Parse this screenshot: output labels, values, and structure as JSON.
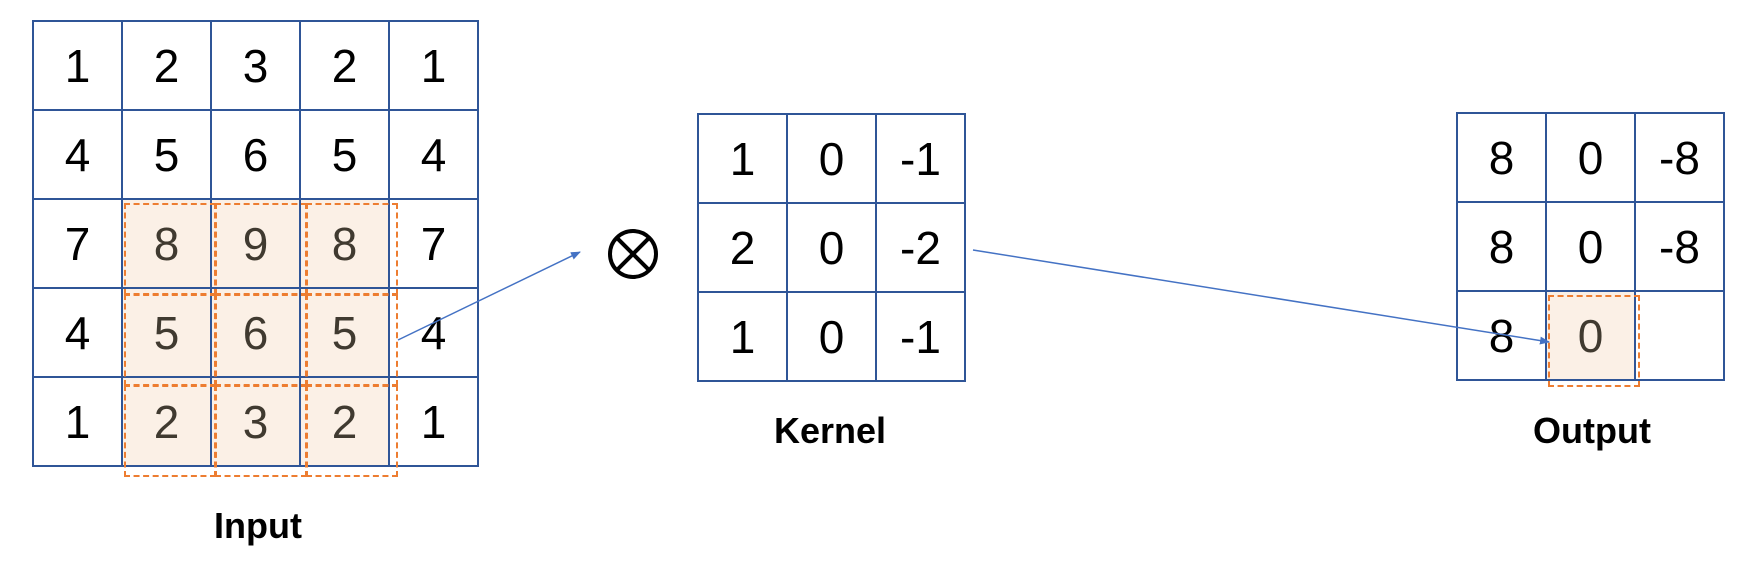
{
  "input": {
    "label": "Input",
    "rows": [
      [
        "1",
        "2",
        "3",
        "2",
        "1"
      ],
      [
        "4",
        "5",
        "6",
        "5",
        "4"
      ],
      [
        "7",
        "8",
        "9",
        "8",
        "7"
      ],
      [
        "4",
        "5",
        "6",
        "5",
        "4"
      ],
      [
        "1",
        "2",
        "3",
        "2",
        "1"
      ]
    ],
    "highlighted_region": {
      "rows": [
        2,
        4
      ],
      "cols": [
        1,
        3
      ]
    }
  },
  "operator": {
    "icon": "convolution-operator-icon"
  },
  "kernel": {
    "label": "Kernel",
    "rows": [
      [
        "1",
        "0",
        "-1"
      ],
      [
        "2",
        "0",
        "-2"
      ],
      [
        "1",
        "0",
        "-1"
      ]
    ]
  },
  "output": {
    "label": "Output",
    "rows": [
      [
        "8",
        "0",
        "-8"
      ],
      [
        "8",
        "0",
        "-8"
      ],
      [
        "8",
        "0",
        ""
      ]
    ],
    "highlighted_cell": {
      "row": 2,
      "col": 1
    }
  },
  "colors": {
    "grid_border": "#2F5597",
    "highlight_fill": "#FBF0E6",
    "highlight_dash": "#ED7D31",
    "arrow": "#4472C4"
  }
}
